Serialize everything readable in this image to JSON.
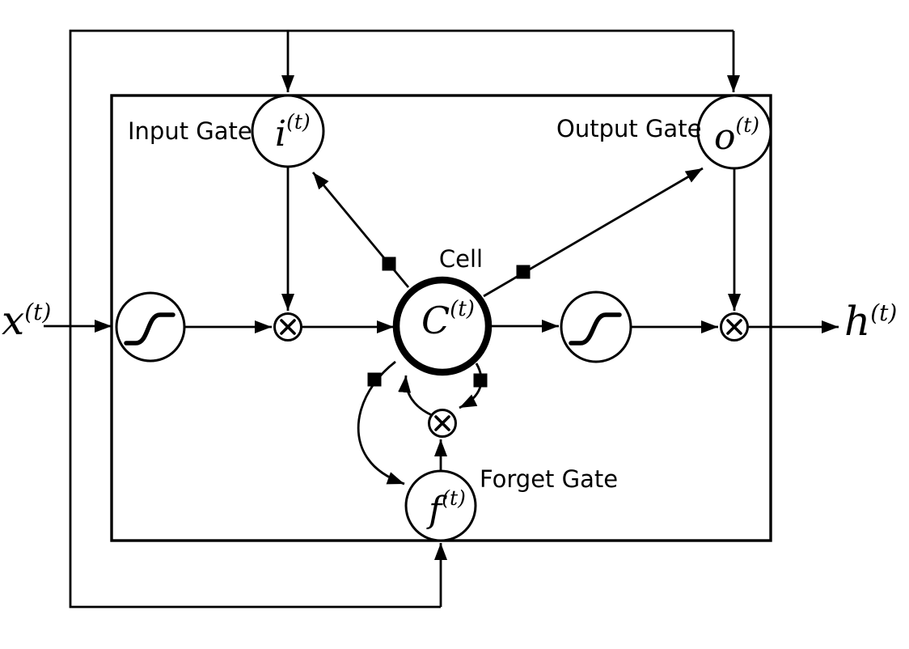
{
  "diagram": {
    "description": "LSTM cell architecture diagram",
    "background_color": "#ffffff",
    "line_color": "#000000",
    "node_labels": {
      "input_gate": "Input Gate",
      "output_gate": "Output Gate",
      "cell": "Cell",
      "forget_gate": "Forget Gate"
    },
    "math_symbols": {
      "input": {
        "base": "x",
        "sup": "(t)"
      },
      "hidden_output": {
        "base": "h",
        "sup": "(t)"
      },
      "input_gate": {
        "base": "i",
        "sup": "(t)"
      },
      "output_gate": {
        "base": "o",
        "sup": "(t)"
      },
      "cell_state": {
        "base": "C",
        "sup": "(t)"
      },
      "forget_gate": {
        "base": "f",
        "sup": "(t)"
      }
    },
    "icons": {
      "multiply": "circled-x-multiply",
      "activation": "sigmoid-curve",
      "delay": "black-square-delay",
      "arrowhead": "filled-triangle"
    }
  }
}
